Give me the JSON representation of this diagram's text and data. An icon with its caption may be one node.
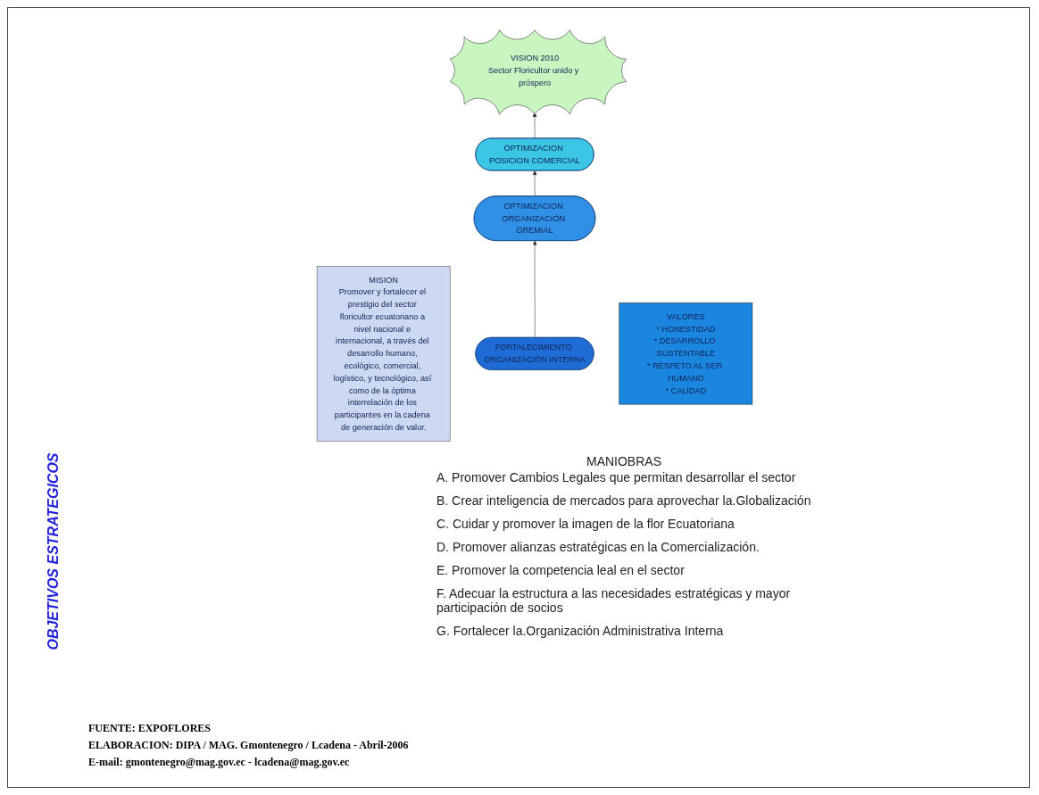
{
  "diagram": {
    "nodes": [
      {
        "text": [
          "VISION 2010",
          "Sector Floricultor unido y próspero"
        ]
      },
      {
        "text": [
          "MISION",
          "Promover y fortalecer el prestigio del sector floricultor ecuatoriano a nivel nacional e internacional, a través del desarrollo humano, ecológico, comercial, logístico, y tecnológico, así como de la óptima interrelación de los participantes en la cadena de generación de valor."
        ]
      },
      {
        "text": [
          "OPTIMIZACION POSICION COMERCIAL"
        ]
      },
      {
        "text": [
          "OPTIMIZACION ORGANIZACIÓN GREMIAL"
        ]
      },
      {
        "text": [
          "FORTALECIMIENTO ORGANIZACIÓN INTERNA"
        ]
      },
      {
        "text": [
          "VALORES",
          "* HONESTIDAD",
          "* DESARROLLO SUSTENTABLE",
          "* RESPETO AL SER HUMANO",
          "* CALIDAD"
        ]
      }
    ],
    "edges": [
      {
        "from": 4,
        "to": 3,
        "arrow": "to"
      },
      {
        "from": 3,
        "to": 2,
        "arrow": "to"
      },
      {
        "from": 2,
        "to": 0,
        "arrow": "to"
      }
    ],
    "labels": [
      "OBJETIVOS ESTRATEGICOS",
      "MANIOBRAS",
      "A. Promover Cambios Legales que permitan desarrollar el sector",
      "B. Crear inteligencia de mercados para aprovechar la.Globalización",
      "C. Cuidar y promover la imagen de la flor Ecuatoriana",
      "D. Promover alianzas estratégicas en la Comercialización.",
      "E. Promover la competencia leal en el sector",
      "F. Adecuar la estructura a las necesidades estratégicas y mayor participación de socios",
      "G. Fortalecer la.Organización Administrativa Interna",
      "FUENTE: EXPOFLORES",
      "ELABORACION: DIPA / MAG. Gmontenegro / Lcadena - Abril-2006",
      "E-mail: gmontenegro@mag.gov.ec - lcadena@mag.gov.ec"
    ]
  }
}
